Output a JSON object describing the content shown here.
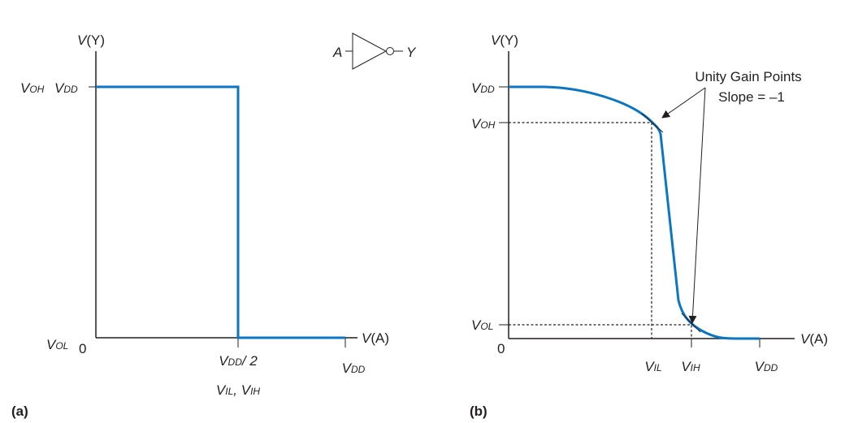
{
  "panel_a": {
    "label": "(a)",
    "y_axis": {
      "name": "V",
      "arg": "(Y)"
    },
    "x_axis": {
      "name": "V",
      "arg": "(A)"
    },
    "y_ticks": {
      "voh": {
        "v": "V",
        "s": "OH"
      },
      "vdd": {
        "v": "V",
        "s": "DD"
      },
      "vol": {
        "v": "V",
        "s": "OL"
      },
      "zero": "0"
    },
    "x_ticks": {
      "half": {
        "v": "V",
        "s": "DD",
        "tail": "/ 2"
      },
      "vil_vih": {
        "v1": "V",
        "s1": "IL",
        "sep": ", ",
        "v2": "V",
        "s2": "IH"
      },
      "vdd": {
        "v": "V",
        "s": "DD"
      }
    },
    "inverter": {
      "input": "A",
      "output": "Y"
    }
  },
  "panel_b": {
    "label": "(b)",
    "y_axis": {
      "name": "V",
      "arg": "(Y)"
    },
    "x_axis": {
      "name": "V",
      "arg": "(A)"
    },
    "y_ticks": {
      "vdd": {
        "v": "V",
        "s": "DD"
      },
      "voh": {
        "v": "V",
        "s": "OH"
      },
      "vol": {
        "v": "V",
        "s": "OL"
      },
      "zero": "0"
    },
    "x_ticks": {
      "vil": {
        "v": "V",
        "s": "IL"
      },
      "vih": {
        "v": "V",
        "s": "IH"
      },
      "vdd": {
        "v": "V",
        "s": "DD"
      }
    },
    "annotation": {
      "line1": "Unity Gain Points",
      "line2": "Slope = –1"
    }
  },
  "colors": {
    "curve": "#0a76c4",
    "ink": "#231f20"
  }
}
